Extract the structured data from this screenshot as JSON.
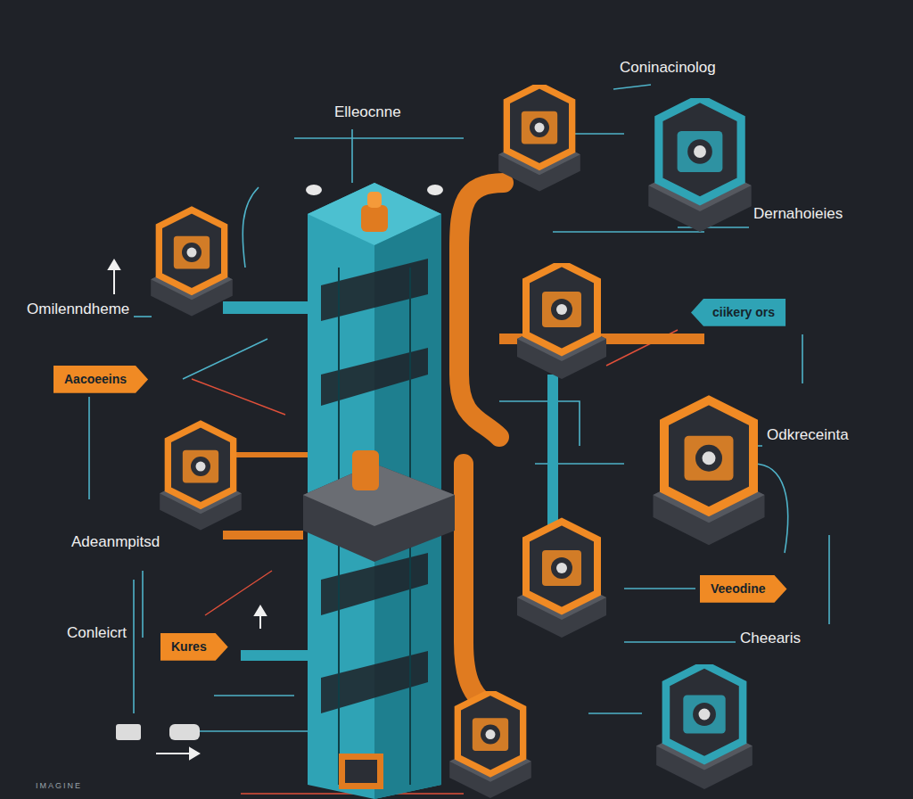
{
  "diagram": {
    "nodes": [
      {
        "text": [
          "ciikery ors"
        ]
      },
      {
        "text": [
          "Aacoeeins"
        ]
      },
      {
        "text": [
          "Veeodine"
        ]
      },
      {
        "text": [
          "Kures"
        ]
      }
    ],
    "labels": [
      "Coninacinolog",
      "Elleocnne",
      "Dernahoieies",
      "Omilenndheme",
      "Odkreceinta",
      "Adeanmpitsd",
      "Conleicrt",
      "Cheearis",
      "IMAGINE"
    ]
  }
}
